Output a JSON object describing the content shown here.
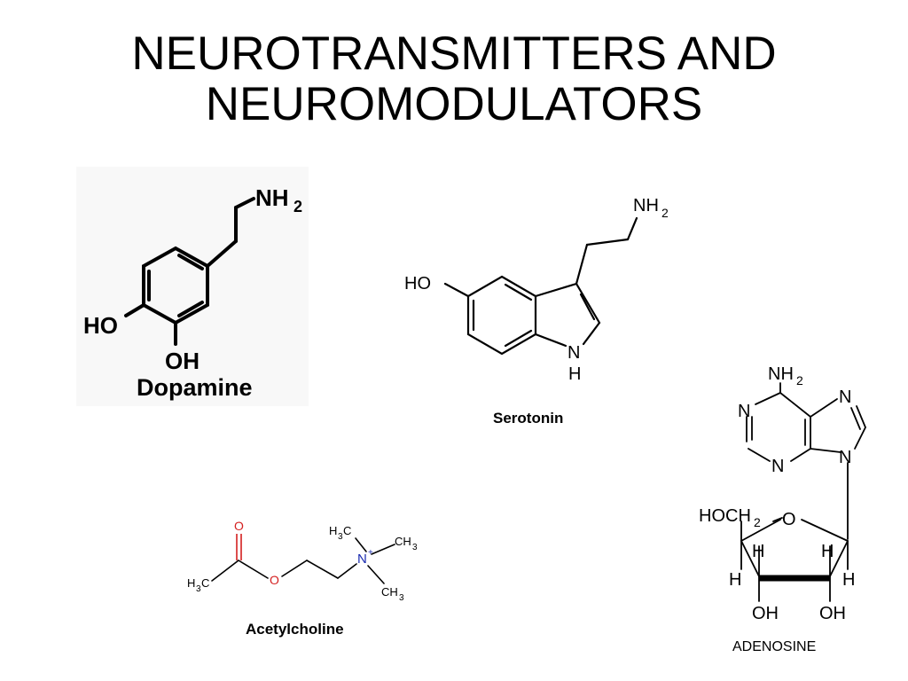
{
  "slide": {
    "title_line1": "NEUROTRANSMITTERS AND",
    "title_line2": "NEUROMODULATORS"
  },
  "dopamine": {
    "caption": "Dopamine",
    "amine": "NH",
    "amine_sub": "2",
    "ho": "HO",
    "oh": "OH"
  },
  "serotonin": {
    "caption": "Serotonin",
    "amine": "NH",
    "amine_sub": "2",
    "ho": "HO",
    "ring_n": "N",
    "ring_h": "H"
  },
  "acetylcholine": {
    "caption": "Acetylcholine",
    "carbonyl_o": "O",
    "ester_o": "O",
    "methyl_h": "H",
    "methyl_sub": "3",
    "methyl_c": "C",
    "n_plus": "N",
    "plus": "+",
    "ch": "CH",
    "ch_sub": "3"
  },
  "adenosine": {
    "caption": "ADENOSINE",
    "amine": "NH",
    "amine_sub": "2",
    "n": "N",
    "hoch": "HOCH",
    "hoch_sub": "2",
    "ring_o": "O",
    "h": "H",
    "oh": "OH"
  },
  "colors": {
    "oxygen_red": "#d42020",
    "nitrogen_blue": "#1a2bb0"
  }
}
